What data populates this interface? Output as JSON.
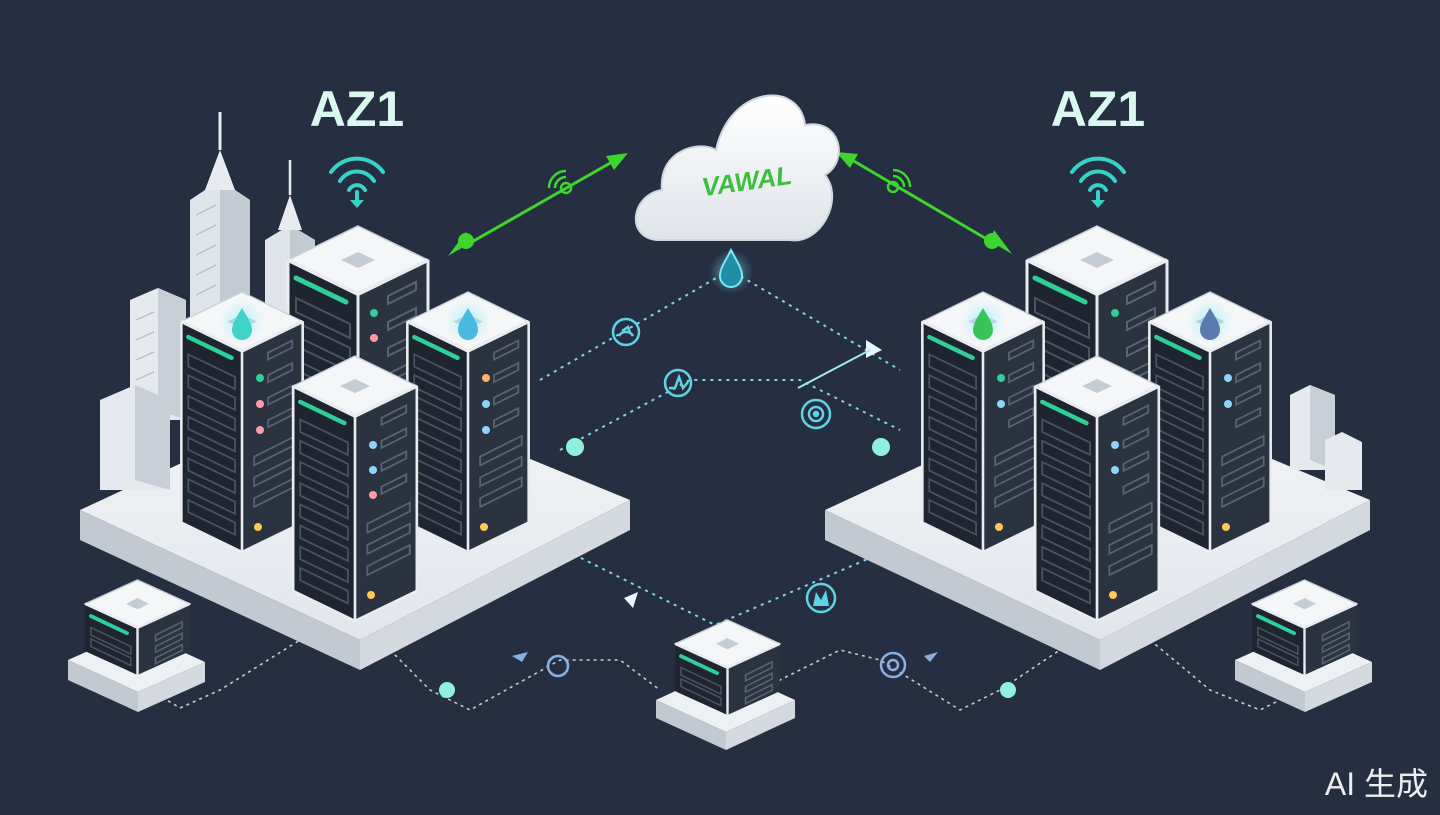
{
  "zones": [
    {
      "id": "left",
      "label": "AZ1"
    },
    {
      "id": "right",
      "label": "AZ1"
    }
  ],
  "cloud": {
    "label": "VAWAL"
  },
  "watermark": "AI 生成",
  "colors": {
    "background": "#262f42",
    "zone_label": "#d9f8f0",
    "cloud_label": "#3cbf3a",
    "arrow_green": "#3dd62e",
    "link_cyan": "#5fd3e2",
    "server_body": "#1e2430",
    "led_green": "#2fcf9a"
  },
  "icons": [
    "wifi-icon",
    "location-pin-icon",
    "signal-icon",
    "pulse-icon",
    "target-icon",
    "shield-icon",
    "arrowhead-icon"
  ]
}
